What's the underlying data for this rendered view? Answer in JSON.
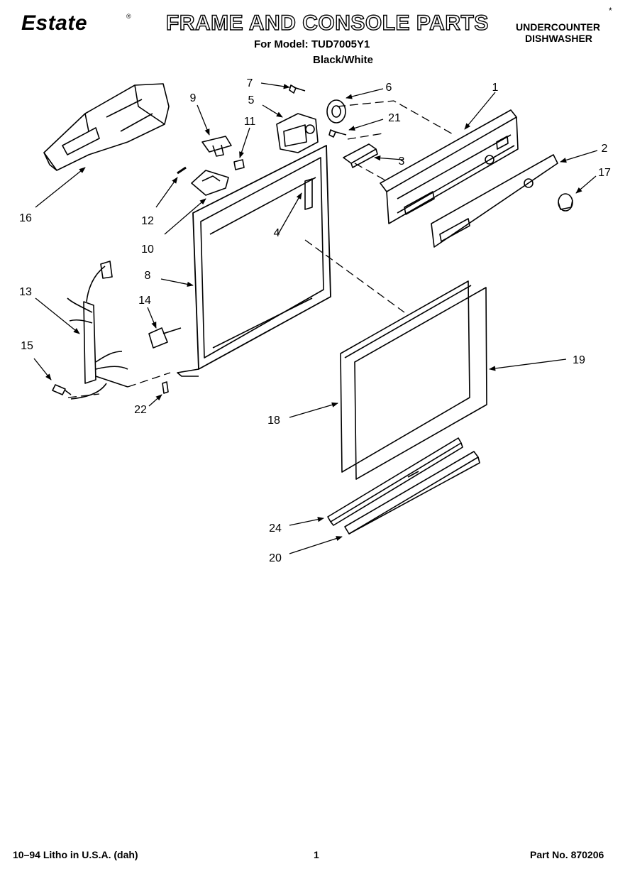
{
  "header": {
    "brand": "Estate",
    "brand_mark": "®",
    "title": "FRAME AND CONSOLE PARTS",
    "model_line": "For Model: TUD7005Y1",
    "color_line": "Black/White",
    "corner_mark": "*",
    "product_line1": "UNDERCOUNTER",
    "product_line2": "DISHWASHER"
  },
  "callouts": {
    "c1": "1",
    "c2": "2",
    "c3": "3",
    "c4": "4",
    "c5": "5",
    "c6": "6",
    "c7": "7",
    "c8": "8",
    "c9": "9",
    "c10": "10",
    "c11": "11",
    "c12": "12",
    "c13": "13",
    "c14": "14",
    "c15": "15",
    "c16": "16",
    "c17": "17",
    "c18": "18",
    "c19": "19",
    "c20": "20",
    "c21": "21",
    "c22": "22",
    "c24": "24"
  },
  "footer": {
    "litho": "10–94 Litho in U.S.A. (dah)",
    "page": "1",
    "part_no": "Part No. 870206"
  }
}
